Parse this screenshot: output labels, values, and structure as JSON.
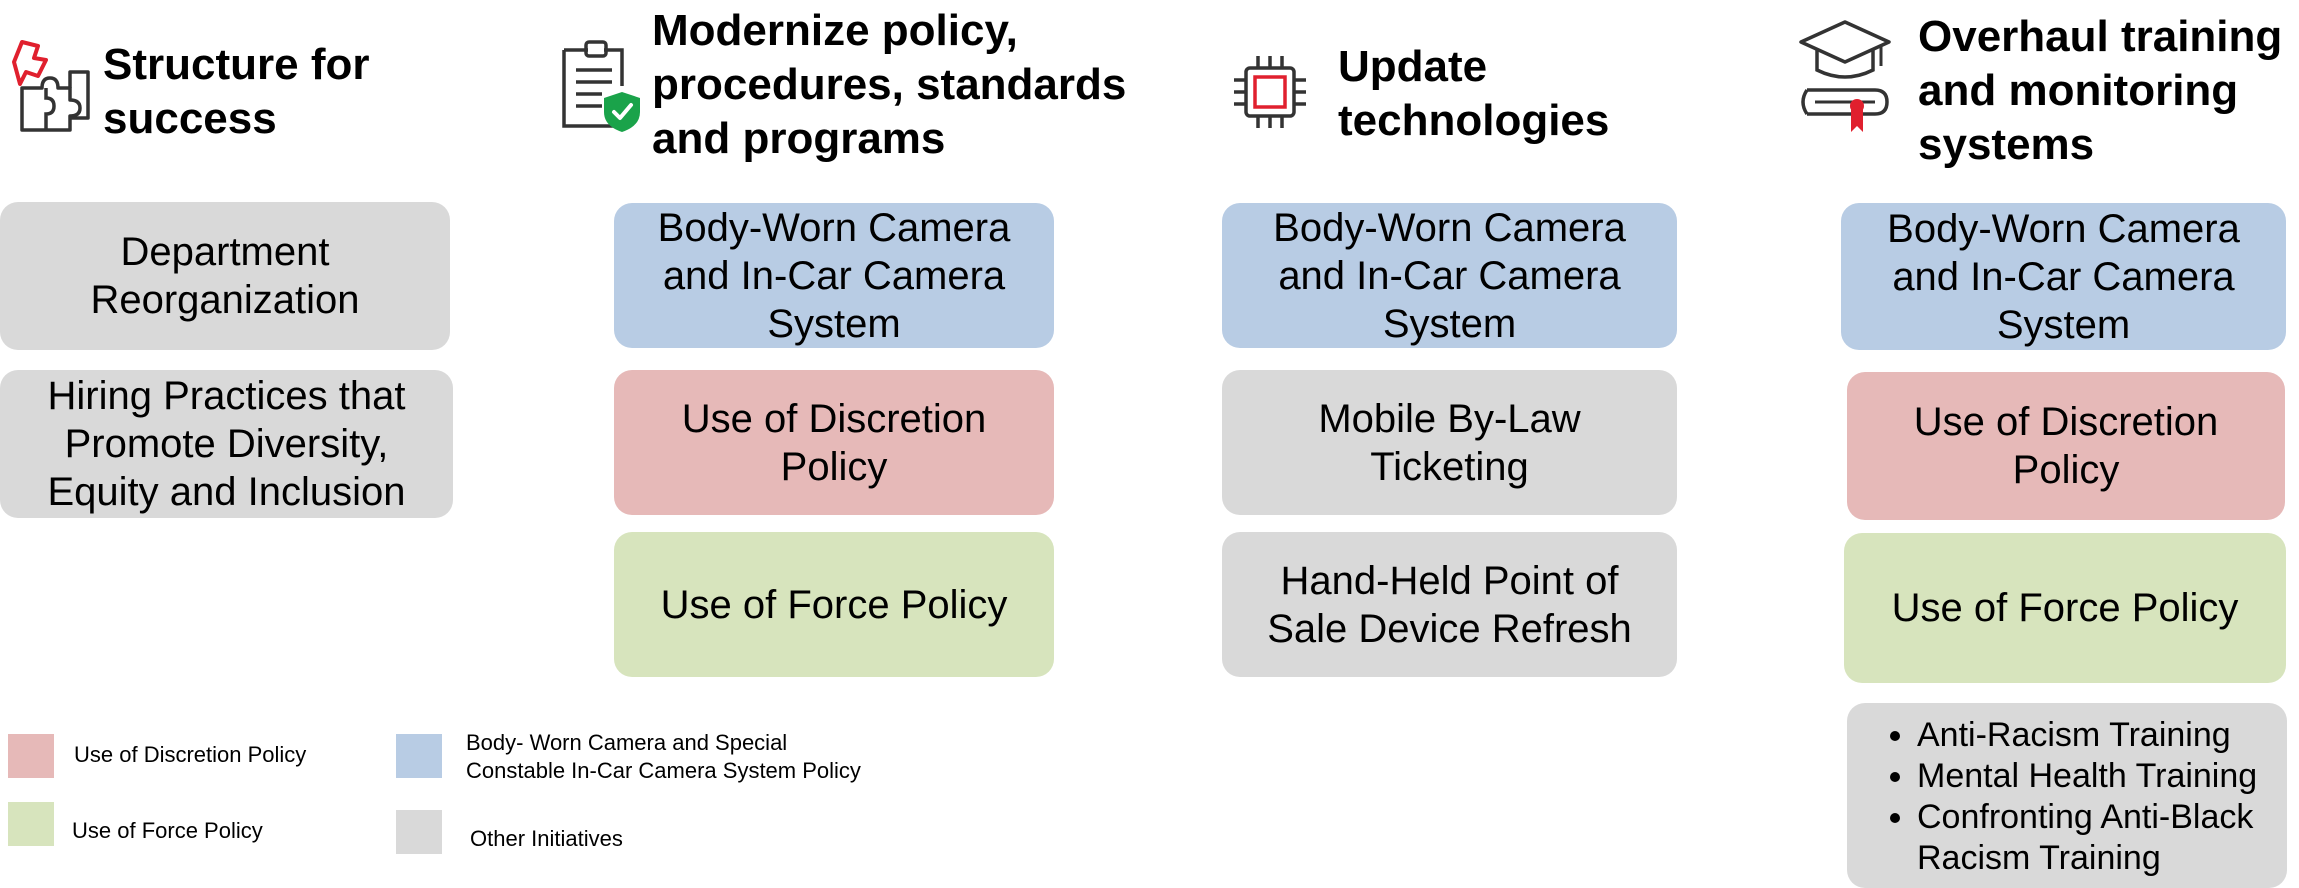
{
  "columns": [
    {
      "heading": "Structure for\nsuccess",
      "icon": "puzzle-icon",
      "boxes": [
        {
          "text": "Department\nReorganization",
          "category": "other"
        },
        {
          "text": "Hiring Practices that\nPromote Diversity,\nEquity and Inclusion",
          "category": "other"
        }
      ]
    },
    {
      "heading": "Modernize policy,\nprocedures, standards\nand programs",
      "icon": "policy-document-icon",
      "boxes": [
        {
          "text": "Body-Worn Camera\nand In-Car Camera\nSystem",
          "category": "camera"
        },
        {
          "text": "Use of Discretion\nPolicy",
          "category": "discretion"
        },
        {
          "text": "Use of Force Policy",
          "category": "force"
        }
      ]
    },
    {
      "heading": "Update\ntechnologies",
      "icon": "microchip-icon",
      "boxes": [
        {
          "text": "Body-Worn Camera\nand In-Car Camera\nSystem",
          "category": "camera"
        },
        {
          "text": "Mobile By-Law\nTicketing",
          "category": "other"
        },
        {
          "text": "Hand-Held Point of\nSale Device Refresh",
          "category": "other"
        }
      ]
    },
    {
      "heading": "Overhaul training\nand monitoring\nsystems",
      "icon": "graduation-cap-icon",
      "boxes": [
        {
          "text": "Body-Worn Camera\nand In-Car Camera\nSystem",
          "category": "camera"
        },
        {
          "text": "Use of Discretion\nPolicy",
          "category": "discretion"
        },
        {
          "text": "Use of Force Policy",
          "category": "force"
        }
      ],
      "trainings": [
        "Anti-Racism Training",
        "Mental Health Training",
        "Confronting Anti-Black Racism Training"
      ]
    }
  ],
  "legend": [
    {
      "label": "Use of Discretion Policy",
      "color": "#e6b9b8"
    },
    {
      "label": "Use of Force Policy",
      "color": "#d7e4bd"
    },
    {
      "label": "Body- Worn Camera and Special\nConstable In-Car Camera System Policy",
      "color": "#b8cce4"
    },
    {
      "label": "Other Initiatives",
      "color": "#d9d9d9"
    }
  ],
  "colors": {
    "discretion": "#e6b9b8",
    "force": "#d7e4bd",
    "camera": "#b8cce4",
    "other": "#d9d9d9",
    "icon_accent_red": "#e0202e",
    "icon_accent_green": "#1aa34a"
  }
}
